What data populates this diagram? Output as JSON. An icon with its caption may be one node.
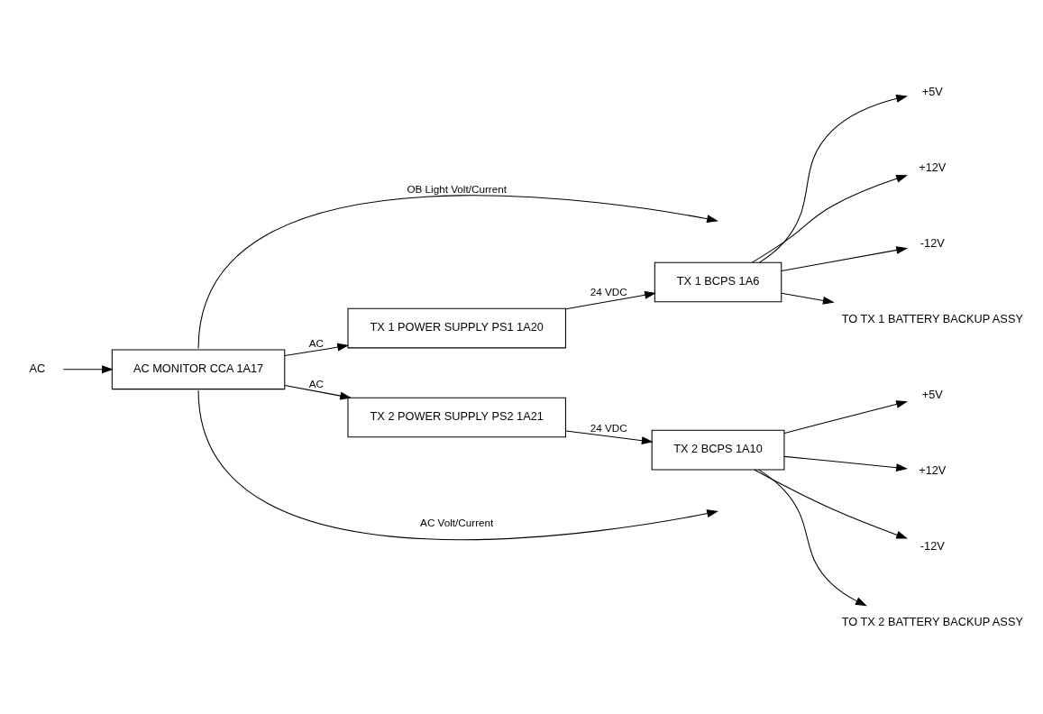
{
  "diagram": {
    "nodes": [
      {
        "text": [
          "AC"
        ]
      },
      {
        "text": [
          "AC MONITOR CCA 1A17"
        ]
      },
      {
        "text": [
          "TX 1 POWER SUPPLY PS1 1A20"
        ]
      },
      {
        "text": [
          "TX 1 BCPS 1A6"
        ]
      },
      {
        "text": [
          "+5V"
        ]
      },
      {
        "text": [
          "+12V"
        ]
      },
      {
        "text": [
          "-12V"
        ]
      },
      {
        "text": [
          "TO TX 1 BATTERY BACKUP ASSY"
        ]
      },
      {
        "text": [
          "TX 2 POWER SUPPLY PS2 1A21"
        ]
      },
      {
        "text": [
          "TX 2 BCPS 1A10"
        ]
      },
      {
        "text": [
          "+5V"
        ]
      },
      {
        "text": [
          "+12V"
        ]
      },
      {
        "text": [
          "-12V"
        ]
      },
      {
        "text": [
          "TO TX 2 BATTERY BACKUP ASSY"
        ]
      }
    ],
    "edges": [
      {
        "from": 0,
        "to": 1,
        "arrow": "to"
      },
      {
        "from": 1,
        "to": null,
        "arrow": "to",
        "label": "OB Light Volt/Current"
      },
      {
        "from": 1,
        "to": null,
        "arrow": "to",
        "label": "AC Volt/Current"
      },
      {
        "from": 1,
        "to": 2,
        "arrow": "to",
        "label": "AC"
      },
      {
        "from": 1,
        "to": 8,
        "arrow": "to",
        "label": "AC"
      },
      {
        "from": 2,
        "to": 3,
        "arrow": "to",
        "label": "24 VDC"
      },
      {
        "from": 3,
        "to": 4,
        "arrow": "to"
      },
      {
        "from": 3,
        "to": 5,
        "arrow": "to"
      },
      {
        "from": 3,
        "to": 6,
        "arrow": "to"
      },
      {
        "from": 3,
        "to": 7,
        "arrow": "to"
      },
      {
        "from": 8,
        "to": 9,
        "arrow": "to",
        "label": "24 VDC"
      },
      {
        "from": 9,
        "to": 10,
        "arrow": "to"
      },
      {
        "from": 9,
        "to": 11,
        "arrow": "to"
      },
      {
        "from": 9,
        "to": 12,
        "arrow": "to"
      },
      {
        "from": 9,
        "to": 13,
        "arrow": "to"
      }
    ]
  }
}
